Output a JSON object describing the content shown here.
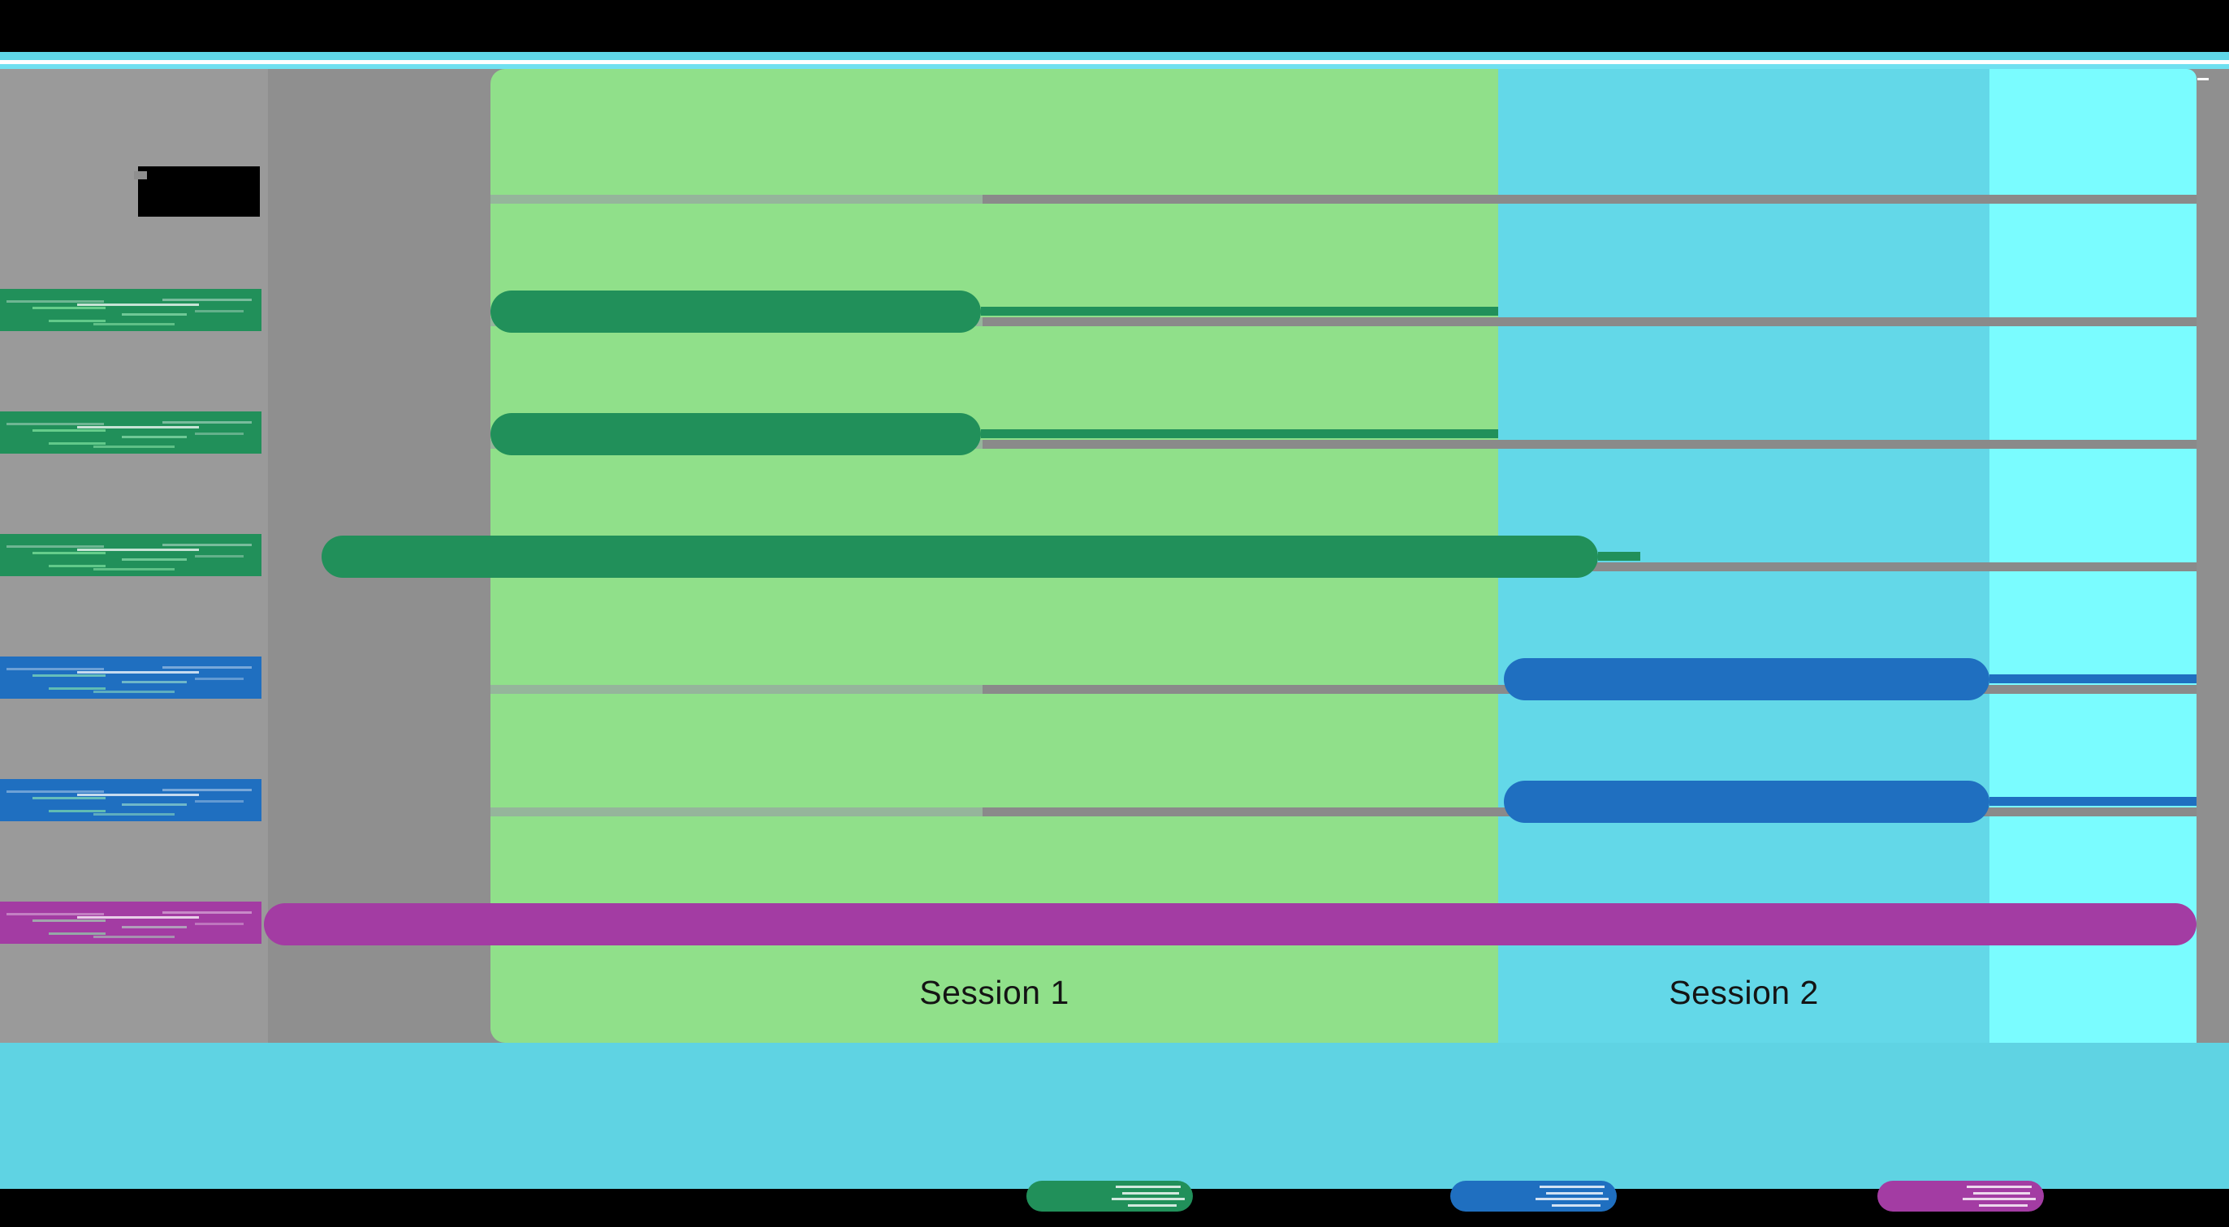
{
  "chart_data": {
    "type": "bar",
    "chart_kind": "gantt",
    "title": "",
    "xlabel": "",
    "ylabel": "",
    "grid": true,
    "legend_position": "bottom",
    "sessions": [
      {
        "label": "Session 1",
        "color": "#90e08a",
        "x_start": 604,
        "x_end": 1845
      },
      {
        "label": "Session 2",
        "color": "#63d8e8",
        "x_start": 1845,
        "x_end": 2450
      },
      {
        "label": "",
        "color": "#7afcff",
        "x_start": 2450,
        "x_end": 2705
      }
    ],
    "categories": [
      "█████████",
      "█████████",
      "█████████",
      "█████████",
      "█████████",
      "█████████"
    ],
    "tasks": [
      {
        "row": 0,
        "group": "green",
        "color": "#21905a",
        "x_start": 604,
        "x_end": 1208,
        "y": 273,
        "tail_end": 1845
      },
      {
        "row": 1,
        "group": "green",
        "color": "#21905a",
        "x_start": 604,
        "x_end": 1208,
        "y": 424,
        "tail_end": 1845
      },
      {
        "row": 2,
        "group": "green",
        "color": "#21905a",
        "x_start": 396,
        "x_end": 1968,
        "y": 575,
        "tail_end": 2020
      },
      {
        "row": 3,
        "group": "blue",
        "color": "#1f6fc0",
        "x_start": 1852,
        "x_end": 2450,
        "y": 726,
        "tail_end": 2705
      },
      {
        "row": 4,
        "group": "blue",
        "color": "#1f6fc0",
        "x_start": 1852,
        "x_end": 2450,
        "y": 877,
        "tail_end": 2705
      },
      {
        "row": 5,
        "group": "magenta",
        "color": "#a33ca3",
        "x_start": 325,
        "x_end": 2705,
        "y": 1028,
        "tail_end": 2745
      }
    ],
    "gridlines_y": [
      155,
      306,
      457,
      608,
      759,
      910
    ],
    "series": [
      {
        "name": "██████",
        "color": "#21905a"
      },
      {
        "name": "██████",
        "color": "#1f6fc0"
      },
      {
        "name": "██████",
        "color": "#a33ca3"
      }
    ]
  },
  "sessions": {
    "session1_label": "Session 1",
    "session2_label": "Session 2",
    "session3_label": ""
  },
  "header": {
    "title_redacted": ""
  },
  "row_labels": [
    {
      "text": "",
      "color": "#21905a"
    },
    {
      "text": "",
      "color": "#21905a"
    },
    {
      "text": "",
      "color": "#21905a"
    },
    {
      "text": "",
      "color": "#1f6fc0"
    },
    {
      "text": "",
      "color": "#1f6fc0"
    },
    {
      "text": "",
      "color": "#a33ca3"
    }
  ],
  "legend": {
    "items": [
      {
        "label": "",
        "color": "#21905a"
      },
      {
        "label": "",
        "color": "#1f6fc0"
      },
      {
        "label": "",
        "color": "#a33ca3"
      }
    ]
  },
  "colors": {
    "session1": "#90e08a",
    "session2": "#63d8e8",
    "session3": "#7afcff",
    "gutter": "#8f8f8f",
    "gutter_inner": "#9a9a9a",
    "gridline": "#8a8a8a",
    "bar_green": "#21905a",
    "bar_blue": "#1f6fc0",
    "bar_magenta": "#a33ca3",
    "bottom_band": "#5fd3e3",
    "letterbox": "#000000"
  }
}
